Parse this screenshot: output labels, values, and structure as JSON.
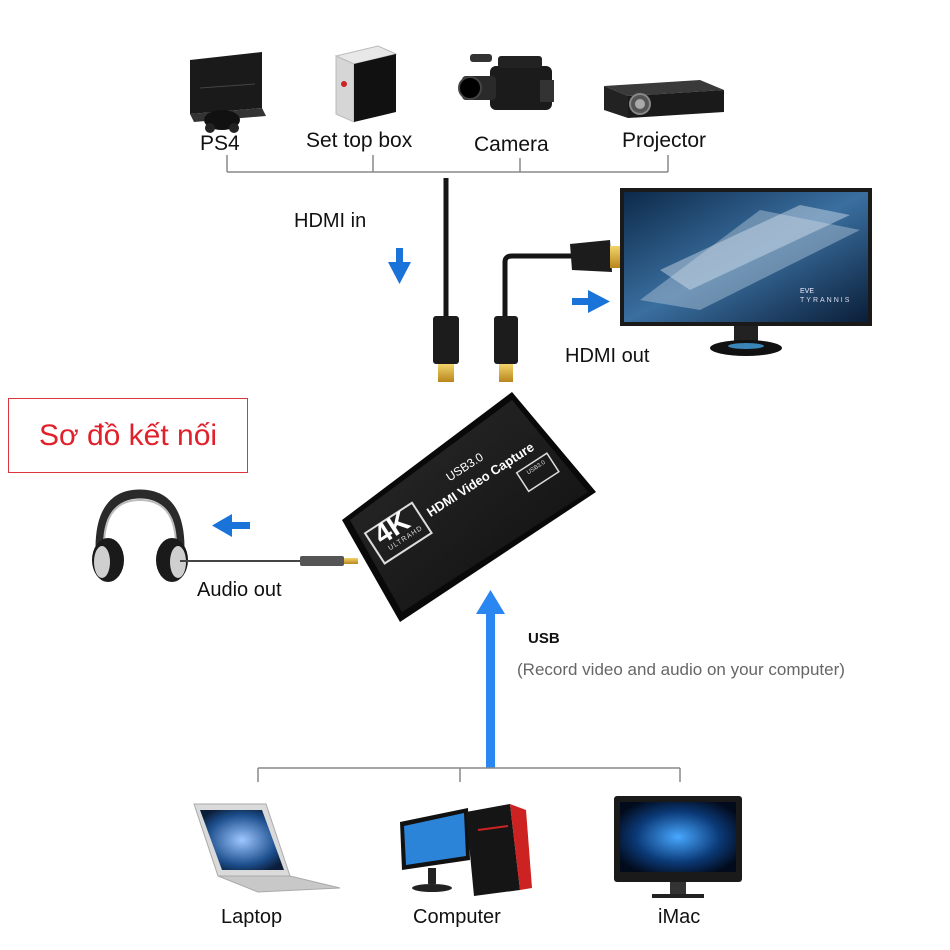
{
  "title": "Sơ đồ kết nối",
  "inputs": {
    "ps4": "PS4",
    "settop": "Set top box",
    "camera": "Camera",
    "projector": "Projector",
    "hdmi_in": "HDMI in"
  },
  "output": {
    "hdmi_out": "HDMI out",
    "monitor_screen_text": "EVE",
    "monitor_screen_sub": "TYRANNIS"
  },
  "device": {
    "badge": "4K",
    "badge_sub": "ULTRAHD",
    "line1": "USB3.0",
    "line2": "HDMI Video Capture",
    "port": "USB3.0"
  },
  "audio": {
    "label": "Audio out"
  },
  "usb": {
    "label": "USB",
    "note": "(Record video and audio on your computer)"
  },
  "computers": {
    "laptop": "Laptop",
    "computer": "Computer",
    "imac": "iMac"
  },
  "colors": {
    "arrow_blue": "#1a73d9",
    "title_red": "#e0202a",
    "hdmi_gold": "#c9a227"
  }
}
